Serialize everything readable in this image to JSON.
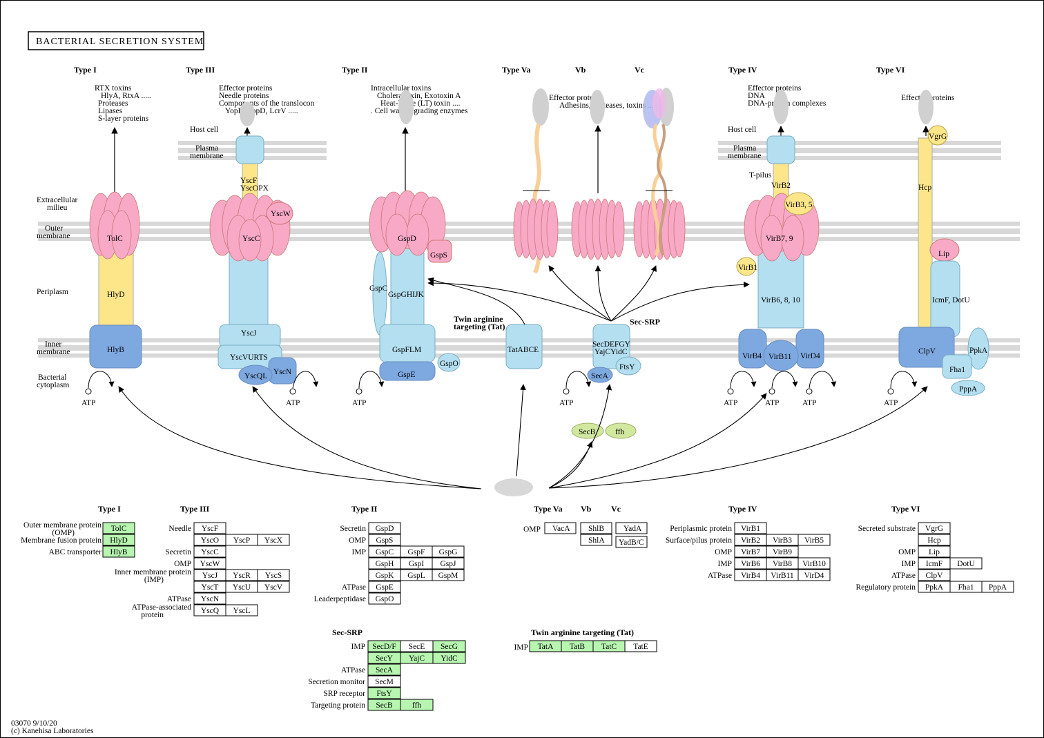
{
  "title": "BACTERIAL SECRETION SYSTEM",
  "map_id": "03070 9/10/20",
  "copyright": "(c) Kanehisa Laboratories",
  "colors": {
    "pink": "#f7a9c6",
    "light_blue": "#b4dff0",
    "mid_blue": "#7ea8e0",
    "yellow": "#fde68a",
    "green": "#d2e7a0",
    "highlight": "#b7f5b1",
    "membrane": "#d8d8d8"
  },
  "layer_labels": {
    "extracellular_1": "Extracellular",
    "extracellular_2": "milieu",
    "outer_1": "Outer",
    "outer_2": "membrane",
    "periplasm": "Periplasm",
    "inner_1": "Inner",
    "inner_2": "membrane",
    "cyto_1": "Bacterial",
    "cyto_2": "cytoplasm",
    "host_cell": "Host cell",
    "plasma_1": "Plasma",
    "plasma_2": "membrane"
  },
  "top_headers": {
    "t1": "Type I",
    "t3": "Type III",
    "t2": "Type II",
    "t5a": "Type Va",
    "t5b": "Vb",
    "t5c": "Vc",
    "t4": "Type IV",
    "t6": "Type VI"
  },
  "substrates": {
    "t1": [
      "RTX toxins",
      "HlyA, RtxA  .....",
      "Proteases",
      "Lipases",
      "S-layer proteins"
    ],
    "t3": [
      "Effector proteins",
      "Needle proteins",
      "Components of the translocon",
      "YopB, YopD, LcrV ....."
    ],
    "t2": [
      "Intracellular toxins",
      "Cholera toxin, Exotoxin A",
      "Heat-labile (LT) toxin  ....",
      ".  Cell wall-degrading enzymes"
    ],
    "t5": [
      "Effector proteins",
      "Adhesins, proteases, toxins ....."
    ],
    "t4": [
      "Effector proteins",
      "DNA",
      "DNA-protein complexes"
    ],
    "t6": [
      "Effector proteins"
    ]
  },
  "proteins": {
    "tolc": "TolC",
    "hlyd": "HlyD",
    "hlyb": "HlyB",
    "yscf": "YscF",
    "yscopx": "YscOPX",
    "yscw": "YscW",
    "yscc": "YscC",
    "yscj": "YscJ",
    "yscvurts": "YscVURTS",
    "yscql": "YscQL",
    "yscn": "YscN",
    "gspd": "GspD",
    "gsps": "GspS",
    "gspc": "GspC",
    "gspghijk": "GspGHIJK",
    "gspflm": "GspFLM",
    "gspe": "GspE",
    "gspo": "GspO",
    "tatabce": "TatABCE",
    "secdefgy": "SecDEFGY",
    "yajcyidc": "YajCYidC",
    "ftsy": "FtsY",
    "seca": "SecA",
    "secb": "SecB",
    "ffh": "ffh",
    "tpilus": "T-pilus",
    "virb2": "VirB2",
    "virb35": "VirB3, 5",
    "virb79": "VirB7, 9",
    "virb1": "VirB1",
    "virb6810": "VirB6, 8, 10",
    "virb4": "VirB4",
    "virb11": "VirB11",
    "virD4": "VirD4",
    "vgrg": "VgrG",
    "hcp": "Hcp",
    "lip": "Lip",
    "icmf": "IcmF, DotU",
    "clpv": "ClpV",
    "ppka": "PpkA",
    "fha1": "Fha1",
    "pppa": "PppA"
  },
  "pathway_labels": {
    "tat_1": "Twin arginine",
    "tat_2": "targeting (Tat)",
    "secsrp": "Sec-SRP",
    "atp": "ATP"
  },
  "legend": {
    "t1": {
      "header": "Type I",
      "rows": [
        {
          "label": "Outer membrane  protein",
          "label2": "(OMP)",
          "genes": [
            {
              "n": "TolC",
              "hl": true
            }
          ]
        },
        {
          "label": "Membrane fusion protein",
          "genes": [
            {
              "n": "HlyD",
              "hl": true
            }
          ]
        },
        {
          "label": "ABC transporter",
          "genes": [
            {
              "n": "HlyB",
              "hl": true
            }
          ]
        }
      ]
    },
    "t3": {
      "header": "Type III",
      "rows": [
        {
          "label": "Needle",
          "genes": [
            {
              "n": "YscF"
            }
          ]
        },
        {
          "label": "",
          "genes": [
            {
              "n": "YscO"
            },
            {
              "n": "YscP"
            },
            {
              "n": "YscX"
            }
          ]
        },
        {
          "label": "Secretin",
          "genes": [
            {
              "n": "YscC"
            }
          ]
        },
        {
          "label": "OMP",
          "genes": [
            {
              "n": "YscW"
            }
          ]
        },
        {
          "label": "Inner membrane protein",
          "label2": "(IMP)",
          "genes": [
            {
              "n": "YscJ"
            },
            {
              "n": "YscR"
            },
            {
              "n": "YscS"
            }
          ]
        },
        {
          "label": "",
          "genes": [
            {
              "n": "YscT"
            },
            {
              "n": "YscU"
            },
            {
              "n": "YscV"
            }
          ]
        },
        {
          "label": "ATPase",
          "genes": [
            {
              "n": "YscN"
            }
          ]
        },
        {
          "label": "ATPase-associated",
          "label2": "protein",
          "genes": [
            {
              "n": "YscQ"
            },
            {
              "n": "YscL"
            }
          ]
        }
      ]
    },
    "t2": {
      "header": "Type II",
      "rows": [
        {
          "label": "Secretin",
          "genes": [
            {
              "n": "GspD"
            }
          ]
        },
        {
          "label": "OMP",
          "genes": [
            {
              "n": "GspS"
            }
          ]
        },
        {
          "label": "IMP",
          "genes": [
            {
              "n": "GspC"
            },
            {
              "n": "GspF"
            },
            {
              "n": "GspG"
            }
          ]
        },
        {
          "label": "",
          "genes": [
            {
              "n": "GspH"
            },
            {
              "n": "GspI"
            },
            {
              "n": "GspJ"
            }
          ]
        },
        {
          "label": "",
          "genes": [
            {
              "n": "GspK"
            },
            {
              "n": "GspL"
            },
            {
              "n": "GspM"
            }
          ]
        },
        {
          "label": "ATPase",
          "genes": [
            {
              "n": "GspE"
            }
          ]
        },
        {
          "label": "Leaderpeptidase",
          "genes": [
            {
              "n": "GspO"
            }
          ]
        }
      ]
    },
    "t5": {
      "h_a": "Type Va",
      "h_b": "Vb",
      "h_c": "Vc",
      "omp": "OMP",
      "vaca": "VacA",
      "shlb": "ShlB",
      "shla": "ShlA",
      "yada": "YadA",
      "yadbc": "YadB/C"
    },
    "t4": {
      "header": "Type IV",
      "rows": [
        {
          "label": "Periplasmic protein",
          "genes": [
            {
              "n": "VirB1"
            }
          ]
        },
        {
          "label": "Surface/pilus protein",
          "genes": [
            {
              "n": "VirB2"
            },
            {
              "n": "VirB3"
            },
            {
              "n": "VirB5"
            }
          ]
        },
        {
          "label": "OMP",
          "genes": [
            {
              "n": "VirB7"
            },
            {
              "n": "VirB9"
            }
          ]
        },
        {
          "label": "IMP",
          "genes": [
            {
              "n": "VirB6"
            },
            {
              "n": "VirB8"
            },
            {
              "n": "VirB10"
            }
          ]
        },
        {
          "label": "ATPase",
          "genes": [
            {
              "n": "VirB4"
            },
            {
              "n": "VirB11"
            },
            {
              "n": "VirD4"
            }
          ]
        }
      ]
    },
    "t6": {
      "header": "Type VI",
      "rows": [
        {
          "label": "Secreted substrate",
          "genes": [
            {
              "n": "VgrG"
            }
          ]
        },
        {
          "label": "",
          "genes": [
            {
              "n": "Hcp"
            }
          ]
        },
        {
          "label": "OMP",
          "genes": [
            {
              "n": "Lip"
            }
          ]
        },
        {
          "label": "IMP",
          "genes": [
            {
              "n": "IcmF"
            },
            {
              "n": "DotU"
            }
          ]
        },
        {
          "label": "ATPase",
          "genes": [
            {
              "n": "ClpV"
            }
          ]
        },
        {
          "label": "Regulatory protein",
          "genes": [
            {
              "n": "PpkA"
            },
            {
              "n": "Fha1"
            },
            {
              "n": "PppA"
            }
          ]
        }
      ]
    },
    "secsrp": {
      "header": "Sec-SRP",
      "rows": [
        {
          "label": "IMP",
          "genes": [
            {
              "n": "SecD/F",
              "hl": true
            },
            {
              "n": "SecE"
            },
            {
              "n": "SecG",
              "hl": true
            }
          ]
        },
        {
          "label": "",
          "genes": [
            {
              "n": "SecY",
              "hl": true
            },
            {
              "n": "YajC",
              "hl": true
            },
            {
              "n": "YidC",
              "hl": true
            }
          ]
        },
        {
          "label": "ATPase",
          "genes": [
            {
              "n": "SecA",
              "hl": true
            }
          ]
        },
        {
          "label": "Secretion monitor",
          "genes": [
            {
              "n": "SecM"
            }
          ]
        },
        {
          "label": "SRP receptor",
          "genes": [
            {
              "n": "FtsY",
              "hl": true
            }
          ]
        },
        {
          "label": "Targeting protein",
          "genes": [
            {
              "n": "SecB",
              "hl": true
            },
            {
              "n": "ffh",
              "hl": true
            }
          ]
        }
      ]
    },
    "tat": {
      "header": "Twin arginine targeting (Tat)",
      "label": "IMP",
      "genes": [
        {
          "n": "TatA",
          "hl": true
        },
        {
          "n": "TatB",
          "hl": true
        },
        {
          "n": "TatC",
          "hl": true
        },
        {
          "n": "TatE"
        }
      ]
    }
  }
}
